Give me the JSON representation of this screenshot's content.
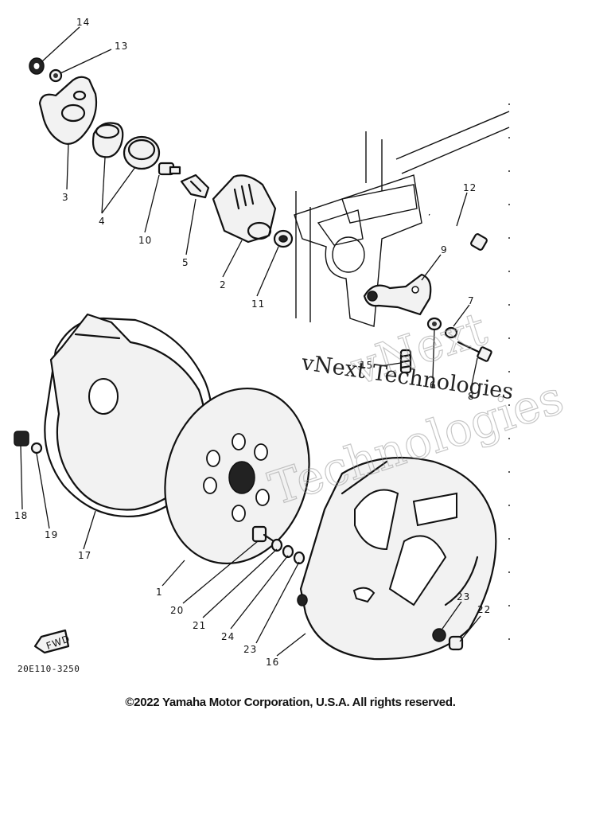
{
  "diagram": {
    "callouts": [
      {
        "id": "c14",
        "text": "14"
      },
      {
        "id": "c13",
        "text": "13"
      },
      {
        "id": "c3",
        "text": "3"
      },
      {
        "id": "c4",
        "text": "4"
      },
      {
        "id": "c10",
        "text": "10"
      },
      {
        "id": "c5",
        "text": "5"
      },
      {
        "id": "c2",
        "text": "2"
      },
      {
        "id": "c11",
        "text": "11"
      },
      {
        "id": "c12",
        "text": "12"
      },
      {
        "id": "c9",
        "text": "9"
      },
      {
        "id": "c7",
        "text": "7"
      },
      {
        "id": "c15",
        "text": "15"
      },
      {
        "id": "c6",
        "text": "6"
      },
      {
        "id": "c8",
        "text": "8"
      },
      {
        "id": "c18",
        "text": "18"
      },
      {
        "id": "c19",
        "text": "19"
      },
      {
        "id": "c17",
        "text": "17"
      },
      {
        "id": "c1",
        "text": "1"
      },
      {
        "id": "c20",
        "text": "20"
      },
      {
        "id": "c21",
        "text": "21"
      },
      {
        "id": "c24",
        "text": "24"
      },
      {
        "id": "c23a",
        "text": "23"
      },
      {
        "id": "c16",
        "text": "16"
      },
      {
        "id": "c23b",
        "text": "23"
      },
      {
        "id": "c22",
        "text": "22"
      }
    ],
    "fwd_label": "FWD",
    "doc_code": "20E110-3250"
  },
  "watermark": {
    "line1": "vNext Technologies",
    "line2a": "vNext",
    "line2b": "Technologies"
  },
  "footer": {
    "copyright": "©2022 Yamaha Motor Corporation, U.S.A. All rights reserved."
  }
}
